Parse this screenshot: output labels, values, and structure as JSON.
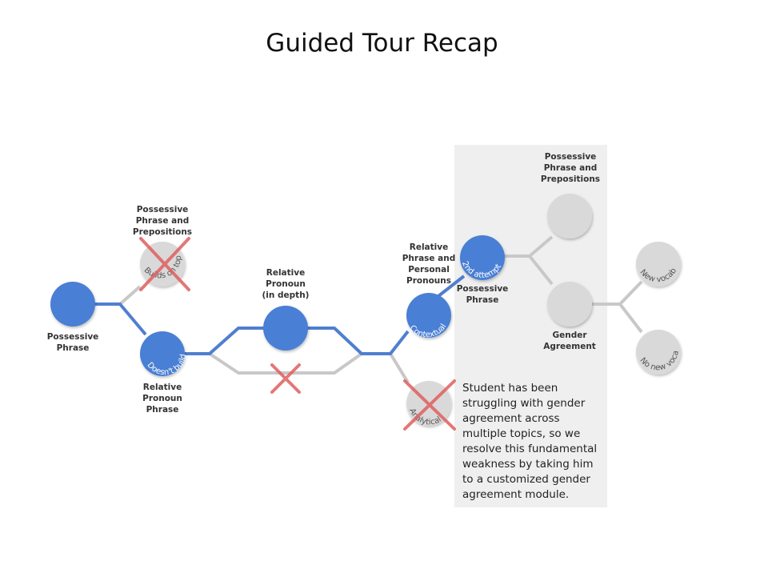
{
  "slide": {
    "title": "Guided Tour Recap"
  },
  "nodes": {
    "start_label": "Possessive\nPhrase",
    "builds_top_label": "Possessive\nPhrase and\nPrepositions",
    "builds_top_arc": "Builds on top",
    "doesnt_build_arc": "Doesn't build",
    "doesnt_build_label": "Relative\nPronoun\nPhrase",
    "relative_pronoun_label": "Relative\nPronoun\n(in depth)",
    "contextual_top_label": "Relative\nPhrase and\nPersonal\nPronouns",
    "contextual_arc": "Contextual",
    "analytical_arc": "Analytical",
    "second_attempt_arc": "2nd attempt",
    "second_attempt_label": "Possessive\nPhrase",
    "upper_right_label": "Possessive\nPhrase and\nPrepositions",
    "gender_label": "Gender\nAgreement",
    "new_vocab_arc": "New vocab",
    "no_new_vocab_arc": "No new vocab"
  },
  "note": {
    "text": "Student has been struggling with gender agreement across multiple topics, so we resolve this fundamental weakness by taking him to a customized gender agreement module."
  },
  "colors": {
    "blue": "#4a7fd4",
    "blue_line": "#4f7fcf",
    "grey_node": "#d9d9d9",
    "grey_line": "#c8c8c8",
    "cross": "#e06060",
    "highlight_box": "#efefef"
  }
}
